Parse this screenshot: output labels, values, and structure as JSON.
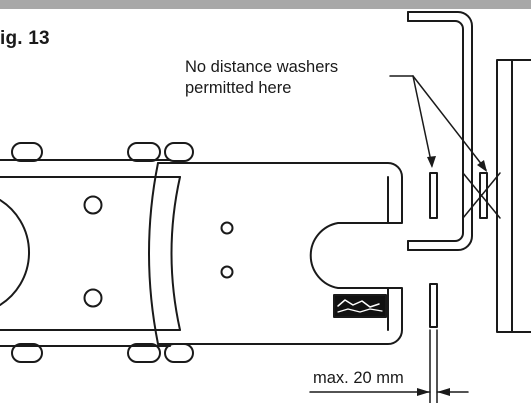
{
  "figure": {
    "title": "ig. 13"
  },
  "annotation": {
    "line1": "No distance washers",
    "line2": "permitted here"
  },
  "dimension": {
    "label": "max. 20 mm"
  }
}
